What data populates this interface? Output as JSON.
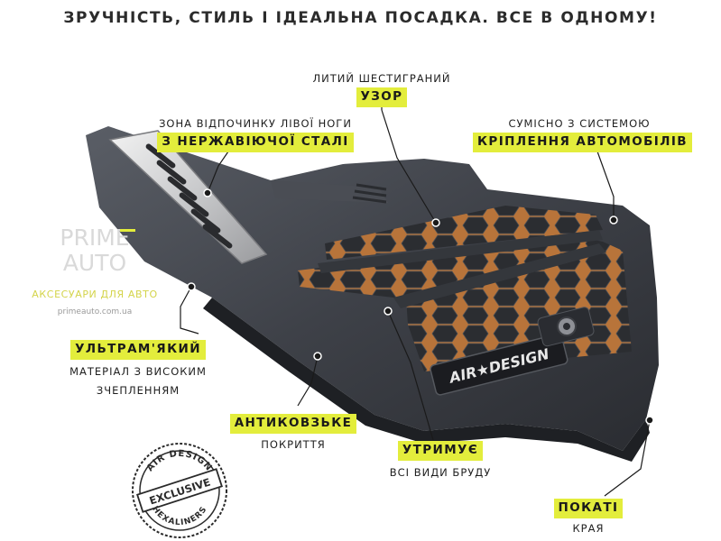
{
  "headline": "ЗРУЧНІСТЬ, СТИЛЬ І ІДЕАЛЬНА ПОСАДКА. ВСЕ В ОДНОМУ!",
  "brand": {
    "logo_line1": "PRIME",
    "logo_line2": "AUTO",
    "tagline": "АКСЕСУАРИ ДЛЯ АВТО",
    "site": "primeauto.com.ua"
  },
  "features": {
    "pattern": {
      "plain": "ЛИТИЙ ШЕСТИГРАНИЙ",
      "highlight": "УЗОР"
    },
    "footrest": {
      "plain": "ЗОНА ВІДПОЧИНКУ ЛІВОЇ НОГИ",
      "highlight": "З НЕРЖАВІЮЧОЇ СТАЛІ"
    },
    "mounting": {
      "plain": "СУМІСНО З СИСТЕМОЮ",
      "highlight": "КРІПЛЕННЯ АВТОМОБІЛІВ"
    },
    "ultra": {
      "highlight": "УЛЬТРАМ'ЯКИЙ",
      "plain1": "МАТЕРІАЛ З ВИСОКИМ",
      "plain2": "ЗЧЕПЛЕННЯМ"
    },
    "antislip": {
      "highlight": "АНТИКОВЗЬКЕ",
      "plain": "ПОКРИТТЯ"
    },
    "holds": {
      "highlight": "УТРИМУЄ",
      "plain": "ВСІ ВИДИ БРУДУ"
    },
    "sloped": {
      "highlight": "ПОКАТІ",
      "plain": "КРАЯ"
    }
  },
  "mat_logo": "AIR★DESIGN",
  "badge": {
    "top": "AIR DESIGN",
    "middle": "EXCLUSIVE",
    "bottom": "HEXALINERS"
  },
  "colors": {
    "highlight": "#e3ed3c",
    "mat": "#3d4046",
    "mat_dark": "#24262a",
    "accent_copper": "#b8743a"
  }
}
